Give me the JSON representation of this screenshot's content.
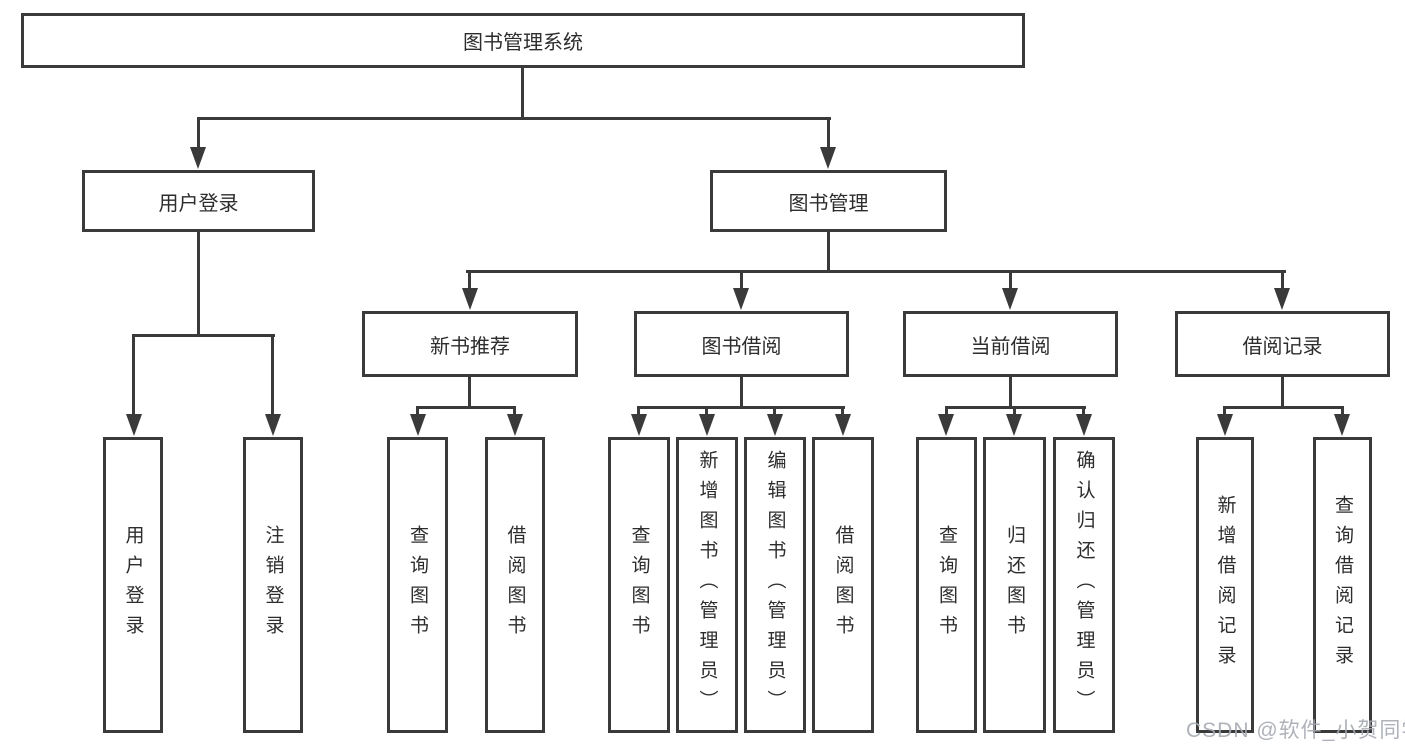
{
  "diagram": {
    "tree": {
      "root": {
        "label": "图书管理系统"
      },
      "branches": [
        {
          "label": "用户登录",
          "children": [
            {
              "label": "用户登录"
            },
            {
              "label": "注销登录"
            }
          ]
        },
        {
          "label": "图书管理",
          "children": [
            {
              "label": "新书推荐",
              "children": [
                {
                  "label": "查询图书"
                },
                {
                  "label": "借阅图书"
                }
              ]
            },
            {
              "label": "图书借阅",
              "children": [
                {
                  "label": "查询图书"
                },
                {
                  "label": "新增图书（管理员）"
                },
                {
                  "label": "编辑图书（管理员）"
                },
                {
                  "label": "借阅图书"
                }
              ]
            },
            {
              "label": "当前借阅",
              "children": [
                {
                  "label": "查询图书"
                },
                {
                  "label": "归还图书"
                },
                {
                  "label": "确认归还（管理员）"
                }
              ]
            },
            {
              "label": "借阅记录",
              "children": [
                {
                  "label": "新增借阅记录"
                },
                {
                  "label": "查询借阅记录"
                }
              ]
            }
          ]
        }
      ]
    },
    "colors": {
      "line": "#3a3a3a",
      "text": "#2d2d2d",
      "background": "#ffffff",
      "watermark": "#a5aab1"
    }
  },
  "watermark": {
    "text": "CSDN @软件_小贺同学"
  }
}
